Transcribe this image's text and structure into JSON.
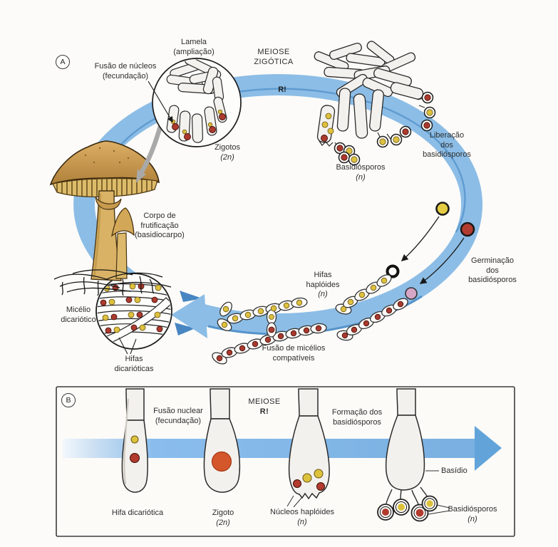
{
  "figure": {
    "language": "pt",
    "subject": "Ciclo de vida de basidiomicetos"
  },
  "panel_a": {
    "marker": "A",
    "labels": {
      "lamela1": "Lamela",
      "lamela2": "(ampliação)",
      "fusao1": "Fusão de núcleos",
      "fusao2": "(fecundação)",
      "meiose1": "MEIOSE",
      "meiose2": "ZIGÓTICA",
      "r": "R!",
      "zigotos1": "Zigotos",
      "zigotos2": "(2n)",
      "basid1": "Basidiósporos",
      "basid2": "(n)",
      "lib1": "Liberação",
      "lib2": "dos",
      "lib3": "basidiósporos",
      "germ1": "Germinação",
      "germ2": "dos",
      "germ3": "basidiósporos",
      "hifh1": "Hifas",
      "hifh2": "haplóides",
      "hifh3": "(n)",
      "fusm1": "Fusão de micélios",
      "fusm2": "compatíveis",
      "corpo1": "Corpo de",
      "corpo2": "frutificação",
      "corpo3": "(basidiocarpo)",
      "mic1": "Micélio",
      "mic2": "dicariótico",
      "hifd1": "Hifas",
      "hifd2": "dicarióticas"
    }
  },
  "panel_b": {
    "marker": "B",
    "labels": {
      "fus1": "Fusão nuclear",
      "fus2": "(fecundação)",
      "mei1": "MEIOSE",
      "mei2": "R!",
      "form1": "Formação dos",
      "form2": "basidiósporos",
      "basidio": "Basídio",
      "bsp1": "Basidiósporos",
      "bsp2": "(n)",
      "hifa": "Hifa dicariótica",
      "zig1": "Zigoto",
      "zig2": "(2n)",
      "nuc1": "Núcleos haplóides",
      "nuc2": "(n)"
    }
  },
  "colors": {
    "cycle_band": "#8cbde6",
    "band_dark_edge": "#5795cc",
    "arrow_accent": "#4886c2",
    "nucleus_red": "#ad3a2e",
    "nucleus_yellow": "#ddc13e",
    "zygote_orange": "#d4562b",
    "germinating_spore_pink": "#d6a6c6",
    "mushroom_tan": "#c89a4e"
  }
}
